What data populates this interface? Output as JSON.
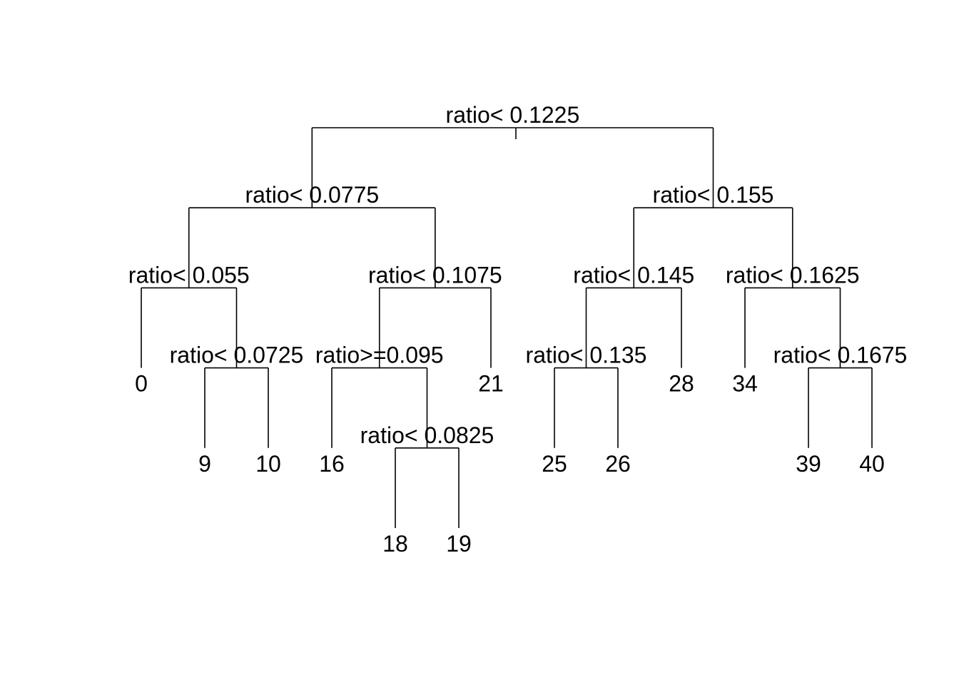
{
  "tree": {
    "split": "ratio< 0.1225",
    "children": [
      {
        "split": "ratio< 0.0775",
        "children": [
          {
            "split": "ratio< 0.055",
            "children": [
              {
                "leaf": "0"
              },
              {
                "split": "ratio< 0.0725",
                "children": [
                  {
                    "leaf": "9"
                  },
                  {
                    "leaf": "10"
                  }
                ]
              }
            ]
          },
          {
            "split": "ratio< 0.1075",
            "children": [
              {
                "split": "ratio>=0.095",
                "children": [
                  {
                    "leaf": "16"
                  },
                  {
                    "split": "ratio< 0.0825",
                    "children": [
                      {
                        "leaf": "18"
                      },
                      {
                        "leaf": "19"
                      }
                    ]
                  }
                ]
              },
              {
                "leaf": "21"
              }
            ]
          }
        ]
      },
      {
        "split": "ratio< 0.155",
        "children": [
          {
            "split": "ratio< 0.145",
            "children": [
              {
                "split": "ratio< 0.135",
                "children": [
                  {
                    "leaf": "25"
                  },
                  {
                    "leaf": "26"
                  }
                ]
              },
              {
                "leaf": "28"
              }
            ]
          },
          {
            "split": "ratio< 0.1625",
            "children": [
              {
                "leaf": "34"
              },
              {
                "split": "ratio< 0.1675",
                "children": [
                  {
                    "leaf": "39"
                  },
                  {
                    "leaf": "40"
                  }
                ]
              }
            ]
          }
        ]
      }
    ]
  }
}
